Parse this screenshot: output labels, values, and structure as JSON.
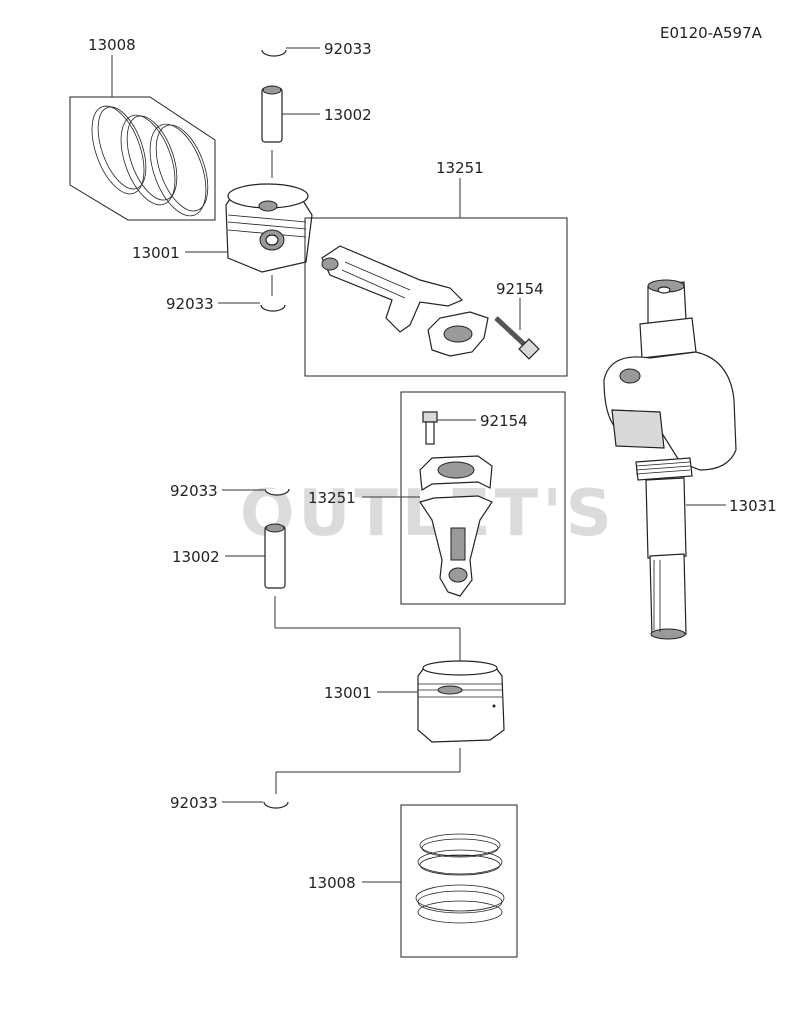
{
  "diagram_code": "E0120-A597A",
  "watermark": "OUTLET'S",
  "callouts": {
    "rings_top": "13008",
    "circlip_top1": "92033",
    "pin_top": "13002",
    "piston_top": "13001",
    "circlip_top2": "92033",
    "rod_upper_box": "13251",
    "bolt_upper": "92154",
    "bolt_lower": "92154",
    "rod_lower_box": "13251",
    "crankshaft": "13031",
    "circlip_mid": "92033",
    "pin_mid": "13002",
    "piston_bottom": "13001",
    "circlip_bottom": "92033",
    "rings_bottom": "13008"
  }
}
